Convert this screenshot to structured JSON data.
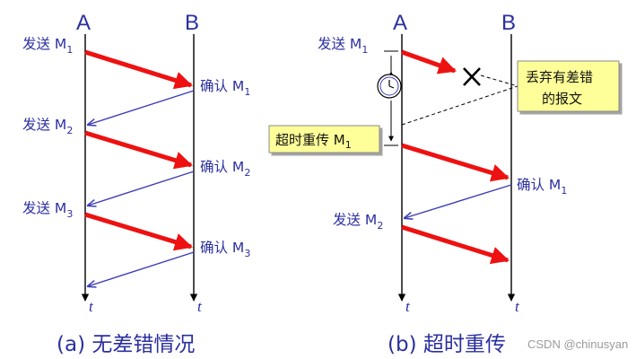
{
  "colors": {
    "label": "#2b2fa0",
    "data_arrow": "#ee1111",
    "ack_arrow": "#3d3db8",
    "box_fill": "#ffff99",
    "box_border": "#9a9a9a"
  },
  "left": {
    "host_a": "A",
    "host_b": "B",
    "time_a": "t",
    "time_b": "t",
    "send_label": "发送 M",
    "ack_label": "确认 M",
    "subs": [
      "1",
      "2",
      "3"
    ],
    "caption": "(a) 无差错情况"
  },
  "right": {
    "host_a": "A",
    "host_b": "B",
    "time_a": "t",
    "time_b": "t",
    "send1": "发送 M",
    "send1_sub": "1",
    "ack1": "确认 M",
    "ack1_sub": "1",
    "send2": "发送 M",
    "send2_sub": "2",
    "lost_box": [
      "丢弃有差错",
      "的报文"
    ],
    "timeout_box": "超时重传 M",
    "timeout_sub": "1",
    "caption": "(b) 超时重传",
    "lost_marker": "lost-x-icon",
    "timer_icon": "clock-icon"
  },
  "watermark": "CSDN @chinusyan"
}
